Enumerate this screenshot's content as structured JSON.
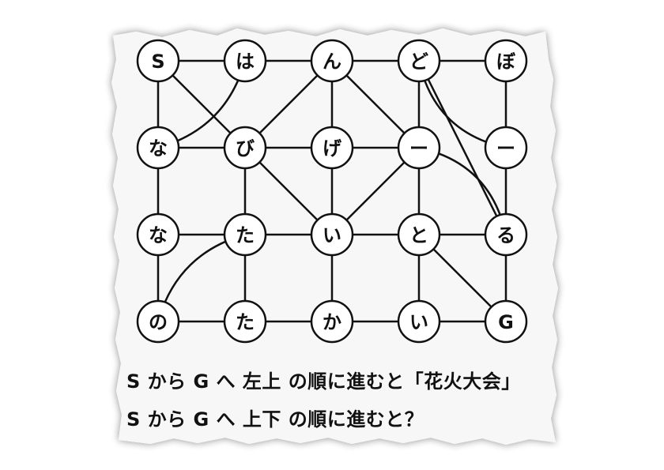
{
  "colors": {
    "paper": "#f7f7f7",
    "ink": "#111111",
    "node_fill": "#ffffff"
  },
  "grid": {
    "rows": [
      [
        "S",
        "は",
        "ん",
        "ど",
        "ぼ"
      ],
      [
        "な",
        "び",
        "げ",
        "ー",
        "ー"
      ],
      [
        "な",
        "た",
        "い",
        "と",
        "る"
      ],
      [
        "の",
        "た",
        "か",
        "い",
        "G"
      ]
    ]
  },
  "edges": {
    "straight": [
      [
        [
          0,
          0
        ],
        [
          0,
          1
        ]
      ],
      [
        [
          0,
          1
        ],
        [
          0,
          2
        ]
      ],
      [
        [
          0,
          2
        ],
        [
          0,
          3
        ]
      ],
      [
        [
          0,
          3
        ],
        [
          0,
          4
        ]
      ],
      [
        [
          1,
          0
        ],
        [
          1,
          1
        ]
      ],
      [
        [
          1,
          1
        ],
        [
          1,
          2
        ]
      ],
      [
        [
          1,
          2
        ],
        [
          1,
          3
        ]
      ],
      [
        [
          2,
          0
        ],
        [
          2,
          1
        ]
      ],
      [
        [
          2,
          1
        ],
        [
          2,
          2
        ]
      ],
      [
        [
          2,
          2
        ],
        [
          2,
          3
        ]
      ],
      [
        [
          2,
          3
        ],
        [
          2,
          4
        ]
      ],
      [
        [
          3,
          0
        ],
        [
          3,
          1
        ]
      ],
      [
        [
          3,
          1
        ],
        [
          3,
          2
        ]
      ],
      [
        [
          3,
          2
        ],
        [
          3,
          3
        ]
      ],
      [
        [
          3,
          3
        ],
        [
          3,
          4
        ]
      ],
      [
        [
          0,
          0
        ],
        [
          1,
          0
        ]
      ],
      [
        [
          1,
          0
        ],
        [
          2,
          0
        ]
      ],
      [
        [
          2,
          0
        ],
        [
          3,
          0
        ]
      ],
      [
        [
          1,
          1
        ],
        [
          2,
          1
        ]
      ],
      [
        [
          2,
          1
        ],
        [
          3,
          1
        ]
      ],
      [
        [
          0,
          2
        ],
        [
          1,
          2
        ]
      ],
      [
        [
          1,
          2
        ],
        [
          2,
          2
        ]
      ],
      [
        [
          2,
          2
        ],
        [
          3,
          2
        ]
      ],
      [
        [
          0,
          3
        ],
        [
          1,
          3
        ]
      ],
      [
        [
          1,
          3
        ],
        [
          2,
          3
        ]
      ],
      [
        [
          2,
          3
        ],
        [
          3,
          3
        ]
      ],
      [
        [
          0,
          4
        ],
        [
          1,
          4
        ]
      ],
      [
        [
          1,
          4
        ],
        [
          2,
          4
        ]
      ],
      [
        [
          2,
          4
        ],
        [
          3,
          4
        ]
      ],
      [
        [
          0,
          0
        ],
        [
          1,
          1
        ]
      ],
      [
        [
          0,
          2
        ],
        [
          1,
          1
        ]
      ],
      [
        [
          0,
          2
        ],
        [
          1,
          3
        ]
      ],
      [
        [
          1,
          1
        ],
        [
          2,
          2
        ]
      ],
      [
        [
          2,
          2
        ],
        [
          1,
          3
        ]
      ],
      [
        [
          0,
          3
        ],
        [
          2,
          4
        ]
      ],
      [
        [
          2,
          3
        ],
        [
          3,
          4
        ]
      ]
    ],
    "curved": [
      {
        "from": [
          1,
          0
        ],
        "to": [
          0,
          1
        ],
        "bend": 0.28
      },
      {
        "from": [
          3,
          0
        ],
        "to": [
          2,
          1
        ],
        "bend": -0.28
      },
      {
        "from": [
          0,
          3
        ],
        "to": [
          1,
          4
        ],
        "bend": 0.32
      },
      {
        "from": [
          1,
          3
        ],
        "to": [
          2,
          4
        ],
        "bend": -0.32
      }
    ]
  },
  "captions": {
    "line1": "S から G へ 左上 の順に進むと「花火大会」",
    "line2": "S から G へ 上下 の順に進むと？"
  }
}
